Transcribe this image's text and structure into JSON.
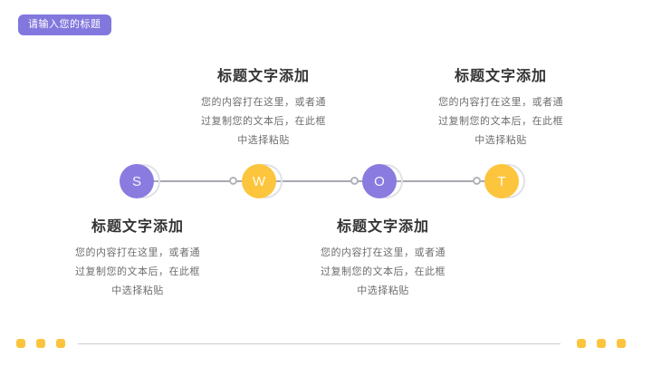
{
  "header": {
    "badge_label": "请输入您的标题"
  },
  "timeline": {
    "nodes": [
      {
        "letter": "S",
        "color": "purple"
      },
      {
        "letter": "W",
        "color": "yellow"
      },
      {
        "letter": "O",
        "color": "purple"
      },
      {
        "letter": "T",
        "color": "yellow"
      }
    ]
  },
  "blocks": [
    {
      "position": "above-w",
      "title": "标题文字添加",
      "body": "您的内容打在这里，或者通\n过复制您的文本后，在此框\n中选择粘贴"
    },
    {
      "position": "above-t",
      "title": "标题文字添加",
      "body": "您的内容打在这里，或者通\n过复制您的文本后，在此框\n中选择粘贴"
    },
    {
      "position": "below-s",
      "title": "标题文字添加",
      "body": "您的内容打在这里，或者通\n过复制您的文本后，在此框\n中选择粘贴"
    },
    {
      "position": "below-o",
      "title": "标题文字添加",
      "body": "您的内容打在这里，或者通\n过复制您的文本后，在此框\n中选择粘贴"
    }
  ],
  "colors": {
    "badge_purple": "#8277dd",
    "node_purple": "#8a7be0",
    "node_yellow": "#fcc53d",
    "timeline_line": "#a8a8b2",
    "crescent_gray": "#e0e0e8",
    "title_text": "#333333",
    "body_text": "#6e6e6e",
    "bottom_square_yellow": "#fcc43e",
    "bottom_line_gray": "#c9cbd4"
  }
}
